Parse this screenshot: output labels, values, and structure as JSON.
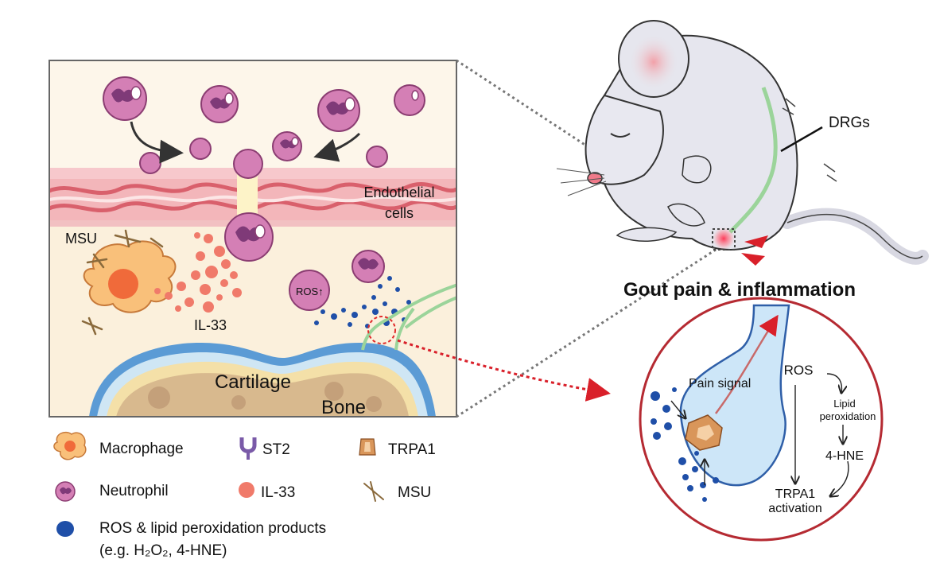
{
  "panel": {
    "endothelial_line1": "Endothelial",
    "endothelial_line2": "cells",
    "msu": "MSU",
    "il33": "IL-33",
    "ros": "ROS↑",
    "cartilage": "Cartilage",
    "bone": "Bone"
  },
  "mouse": {
    "drgs": "DRGs",
    "title": "Gout pain & inflammation"
  },
  "inset": {
    "pain_signal": "Pain signal",
    "ros": "ROS",
    "lipid_line1": "Lipid",
    "lipid_line2": "peroxidation",
    "hne": "4-HNE",
    "trpa1_line1": "TRPA1",
    "trpa1_line2": "activation"
  },
  "legend": {
    "macrophage": "Macrophage",
    "st2": "ST2",
    "trpa1": "TRPA1",
    "neutrophil": "Neutrophil",
    "il33": "IL-33",
    "msu": "MSU",
    "ros_line1": "ROS & lipid peroxidation products",
    "ros_line2": "(e.g. H₂O₂, 4-HNE)"
  },
  "colors": {
    "neutrophil": "#d47fb5",
    "il33": "#f07a6a",
    "ros": "#1f4fa8",
    "nerve": "#9bd49a",
    "inset_border": "#b52a32",
    "arrow_red": "#d9202a"
  }
}
